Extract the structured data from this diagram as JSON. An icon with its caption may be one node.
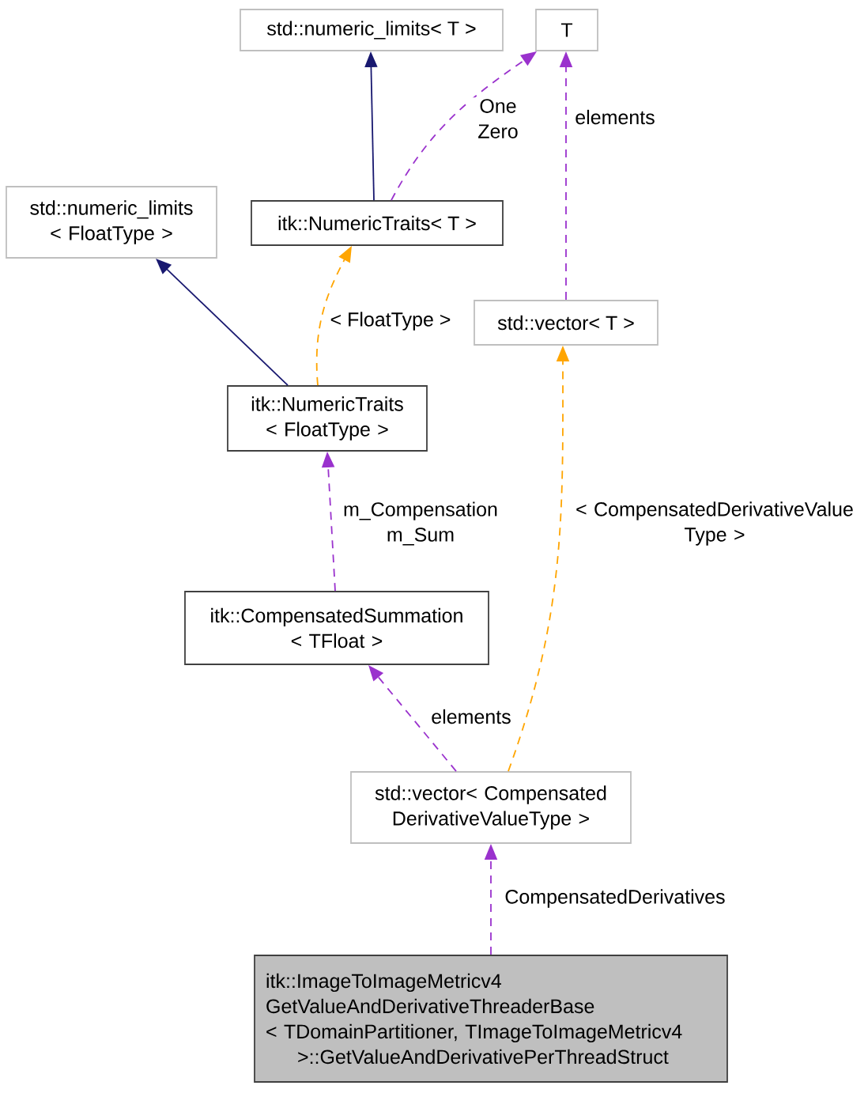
{
  "diagram": {
    "nodes": [
      {
        "text": [
          "std::numeric_limits< T >"
        ]
      },
      {
        "text": [
          "T"
        ]
      },
      {
        "text": [
          "std::numeric_limits < FloatType >"
        ]
      },
      {
        "text": [
          "itk::NumericTraits< T >"
        ]
      },
      {
        "text": [
          "std::vector< T >"
        ]
      },
      {
        "text": [
          "itk::NumericTraits < FloatType >"
        ]
      },
      {
        "text": [
          "itk::CompensatedSummation < TFloat >"
        ]
      },
      {
        "text": [
          "std::vector< Compensated DerivativeValueType >"
        ]
      },
      {
        "text": [
          "itk::ImageToImageMetricv4 GetValueAndDerivativeThreaderBase < TDomainPartitioner, TImageToImageMetricv4 >::GetValueAndDerivativePerThreadStruct"
        ]
      }
    ],
    "edges": [
      {
        "from": 3,
        "to": 0,
        "arrow": "to",
        "color": "#191970"
      },
      {
        "from": 3,
        "to": 1,
        "arrow": "to",
        "style": "dashed",
        "label": "One Zero"
      },
      {
        "from": 5,
        "to": 2,
        "arrow": "to",
        "color": "#191970"
      },
      {
        "from": 5,
        "to": 3,
        "arrow": "to",
        "style": "dashed",
        "color": "#ffa500",
        "label": "< FloatType >"
      },
      {
        "from": 4,
        "to": 1,
        "arrow": "to",
        "style": "dashed",
        "label": "elements"
      },
      {
        "from": 6,
        "to": 5,
        "arrow": "to",
        "style": "dashed",
        "label": "m_Compensation m_Sum"
      },
      {
        "from": 7,
        "to": 4,
        "arrow": "to",
        "style": "dashed",
        "color": "#ffa500",
        "label": "< CompensatedDerivativeValue Type >"
      },
      {
        "from": 7,
        "to": 6,
        "arrow": "to",
        "style": "dashed",
        "label": "elements"
      },
      {
        "from": 8,
        "to": 7,
        "arrow": "to",
        "style": "dashed",
        "label": "CompensatedDerivatives"
      }
    ]
  }
}
